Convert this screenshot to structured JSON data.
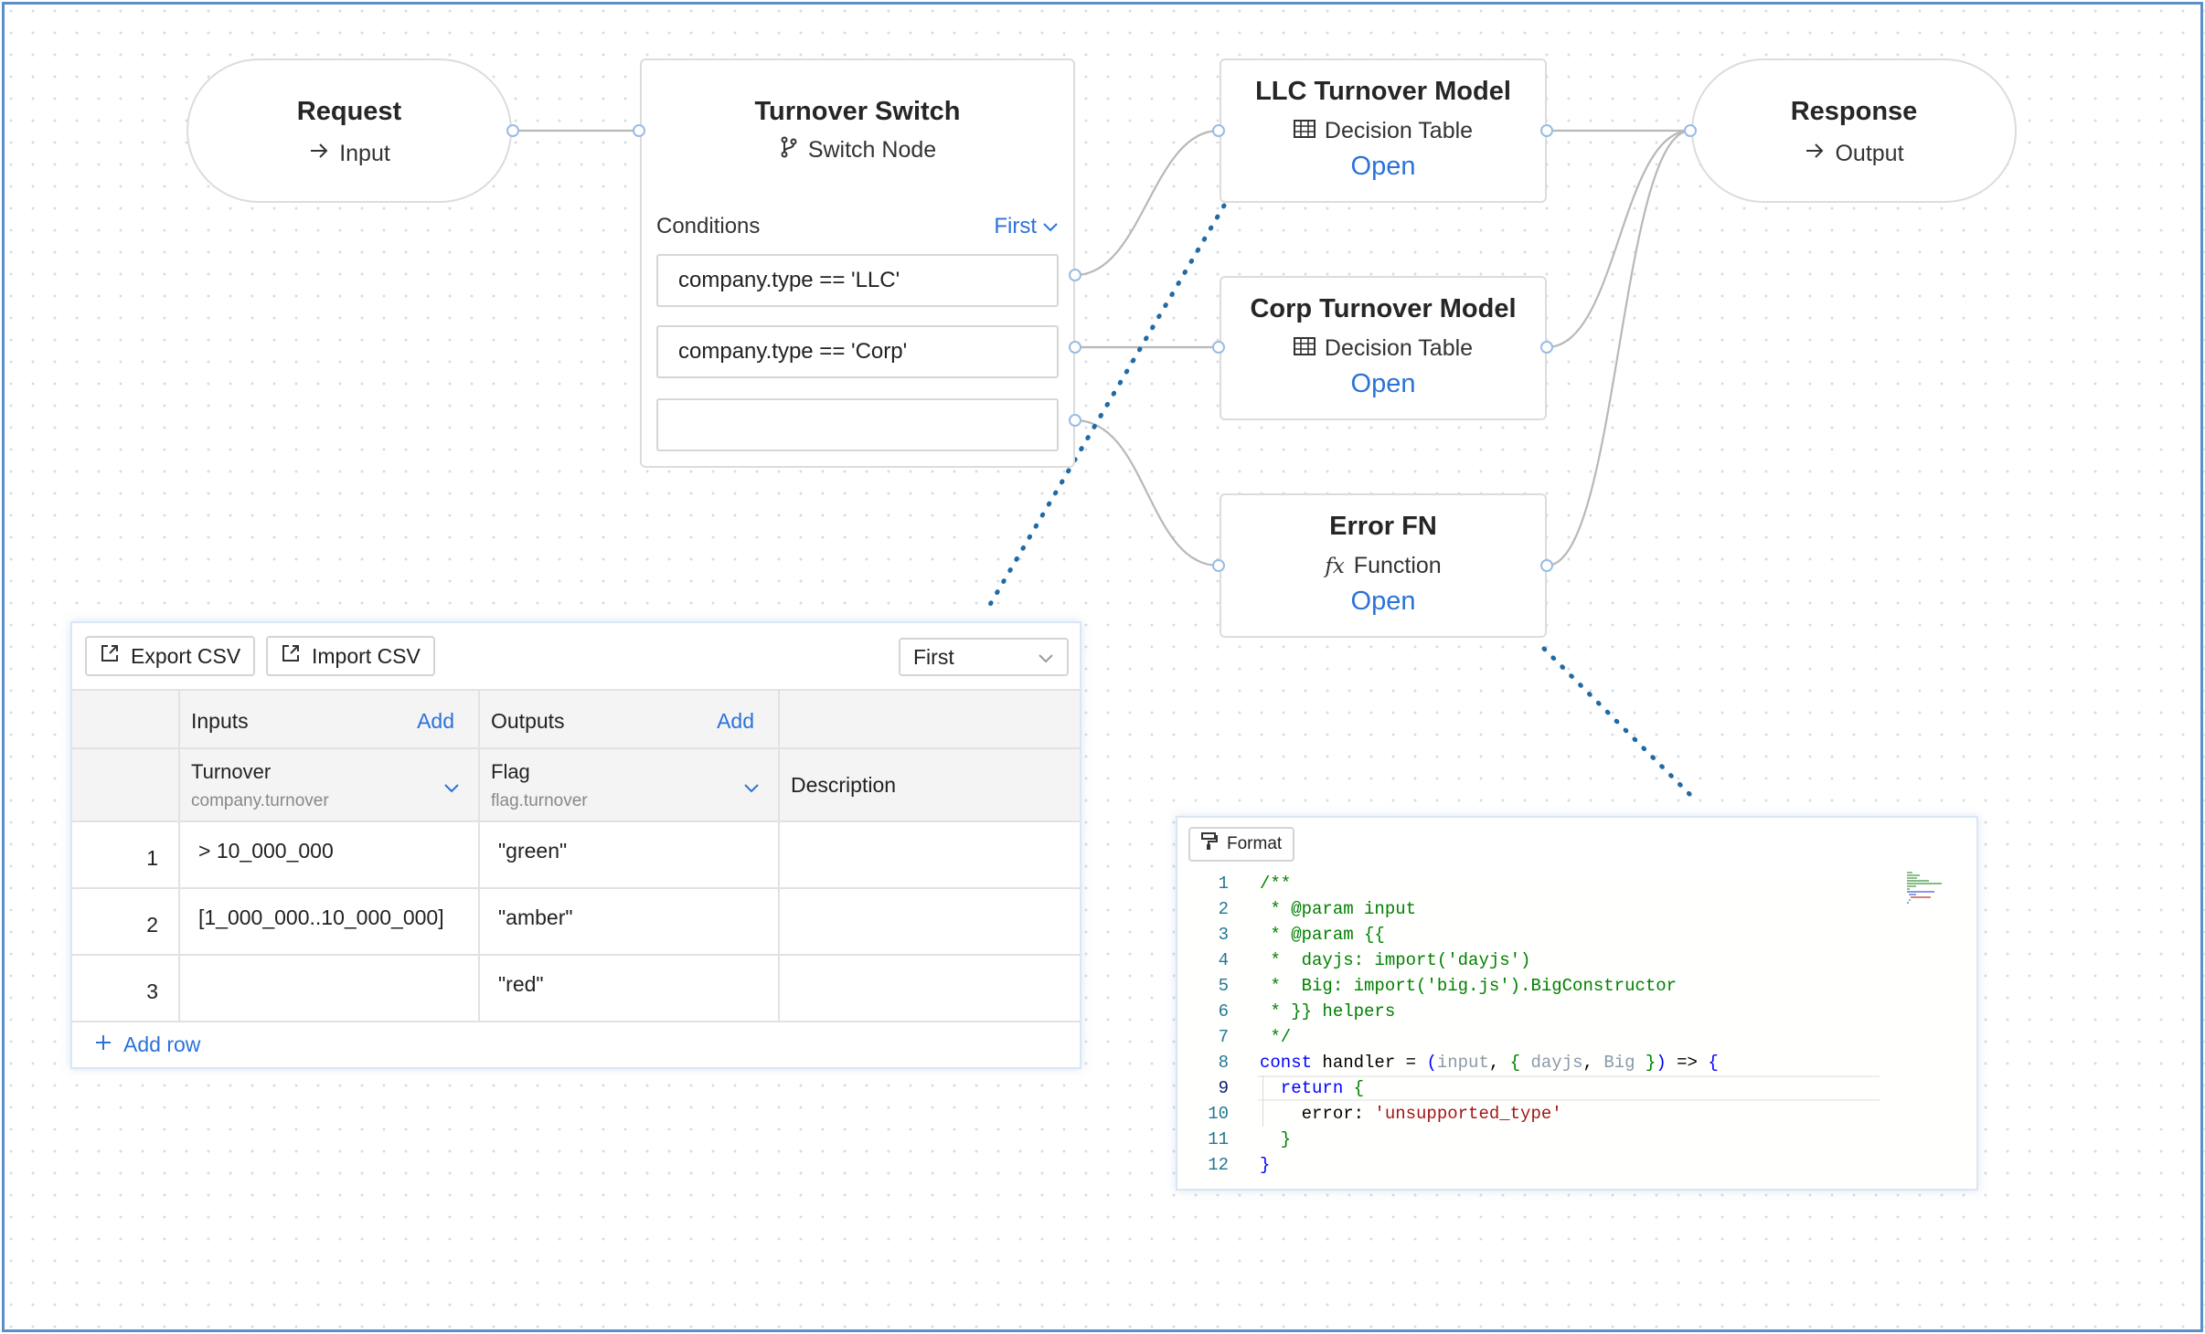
{
  "nodes": {
    "request": {
      "title": "Request",
      "subtitle": "Input"
    },
    "switch": {
      "title": "Turnover Switch",
      "subtitle": "Switch Node",
      "conditions_label": "Conditions",
      "hit_policy": "First",
      "conditions": [
        "company.type == 'LLC'",
        "company.type == 'Corp'",
        ""
      ]
    },
    "llc_model": {
      "title": "LLC Turnover Model",
      "subtitle": "Decision Table",
      "open_label": "Open"
    },
    "corp_model": {
      "title": "Corp Turnover Model",
      "subtitle": "Decision Table",
      "open_label": "Open"
    },
    "error_fn": {
      "title": "Error FN",
      "subtitle": "Function",
      "open_label": "Open"
    },
    "response": {
      "title": "Response",
      "subtitle": "Output"
    }
  },
  "decision_table": {
    "export_label": "Export CSV",
    "import_label": "Import CSV",
    "hit_policy": "First",
    "inputs_label": "Inputs",
    "outputs_label": "Outputs",
    "add_label": "Add",
    "input_column": {
      "name": "Turnover",
      "path": "company.turnover"
    },
    "output_column": {
      "name": "Flag",
      "path": "flag.turnover"
    },
    "description_label": "Description",
    "rows": [
      {
        "num": "1",
        "input": "> 10_000_000",
        "output": "\"green\"",
        "description": ""
      },
      {
        "num": "2",
        "input": "[1_000_000..10_000_000]",
        "output": "\"amber\"",
        "description": ""
      },
      {
        "num": "3",
        "input": "",
        "output": "\"red\"",
        "description": ""
      }
    ],
    "add_row_label": "Add row"
  },
  "code_editor": {
    "format_label": "Format",
    "active_line": 9,
    "lines": [
      {
        "n": "1",
        "tokens": [
          [
            "/**",
            "comment"
          ]
        ]
      },
      {
        "n": "2",
        "tokens": [
          [
            " * @param input",
            "comment"
          ]
        ]
      },
      {
        "n": "3",
        "tokens": [
          [
            " * @param {{",
            "comment"
          ]
        ]
      },
      {
        "n": "4",
        "tokens": [
          [
            " *  dayjs: import('dayjs')",
            "comment"
          ]
        ]
      },
      {
        "n": "5",
        "tokens": [
          [
            " *  Big: import('big.js').BigConstructor",
            "comment"
          ]
        ]
      },
      {
        "n": "6",
        "tokens": [
          [
            " * }} helpers",
            "comment"
          ]
        ]
      },
      {
        "n": "7",
        "tokens": [
          [
            " */",
            "comment"
          ]
        ]
      },
      {
        "n": "8",
        "tokens": [
          [
            "const",
            "kw"
          ],
          [
            " handler = ",
            "id"
          ],
          [
            "(",
            "kw"
          ],
          [
            "input",
            "dim"
          ],
          [
            ", ",
            "id"
          ],
          [
            "{ ",
            "comment"
          ],
          [
            "dayjs",
            "dim"
          ],
          [
            ", ",
            "id"
          ],
          [
            "Big",
            "dim"
          ],
          [
            " }",
            "comment"
          ],
          [
            ")",
            "kw"
          ],
          [
            " => ",
            "id"
          ],
          [
            "{",
            "kw"
          ]
        ]
      },
      {
        "n": "9",
        "tokens": [
          [
            "  return",
            "kw"
          ],
          [
            " {",
            "comment"
          ]
        ]
      },
      {
        "n": "10",
        "tokens": [
          [
            "    error: ",
            "id"
          ],
          [
            "'unsupported_type'",
            "str"
          ]
        ]
      },
      {
        "n": "11",
        "tokens": [
          [
            "  }",
            "comment"
          ]
        ]
      },
      {
        "n": "12",
        "tokens": [
          [
            "}",
            "kw"
          ]
        ]
      }
    ]
  },
  "colors": {
    "accent": "#2b72d9",
    "connector": "#1f6aa5",
    "frame": "#5b8fc7",
    "edge": "#b8b8b8"
  }
}
